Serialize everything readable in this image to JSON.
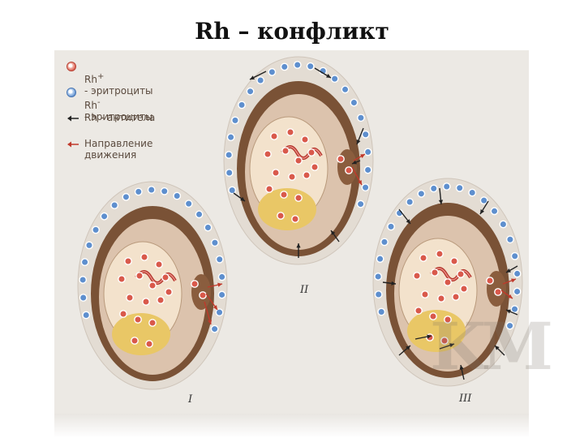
{
  "title": "Rh – конфликт",
  "legend": {
    "rh_positive": {
      "prefix": "Rh",
      "sign": "+",
      "text": "- эритроциты"
    },
    "rh_negative": {
      "prefix": "Rh",
      "sign": "-",
      "text": "- эритроциты"
    },
    "antibodies": {
      "text": "Rh - антитела"
    },
    "direction": {
      "text": "Направление\nдвижения"
    }
  },
  "panels": [
    {
      "label": "I"
    },
    {
      "label": "II"
    },
    {
      "label": "III"
    }
  ],
  "colors": {
    "rh_positive": "#d9594b",
    "rh_negative": "#5e8fce",
    "antibody_arrow": "#222222",
    "direction_arrow": "#c0392b",
    "uterus_outer": "#7a5236",
    "uterus_inner": "#dcc3ad",
    "fetus": "#f3e2cc",
    "yolk": "#e9c766"
  }
}
